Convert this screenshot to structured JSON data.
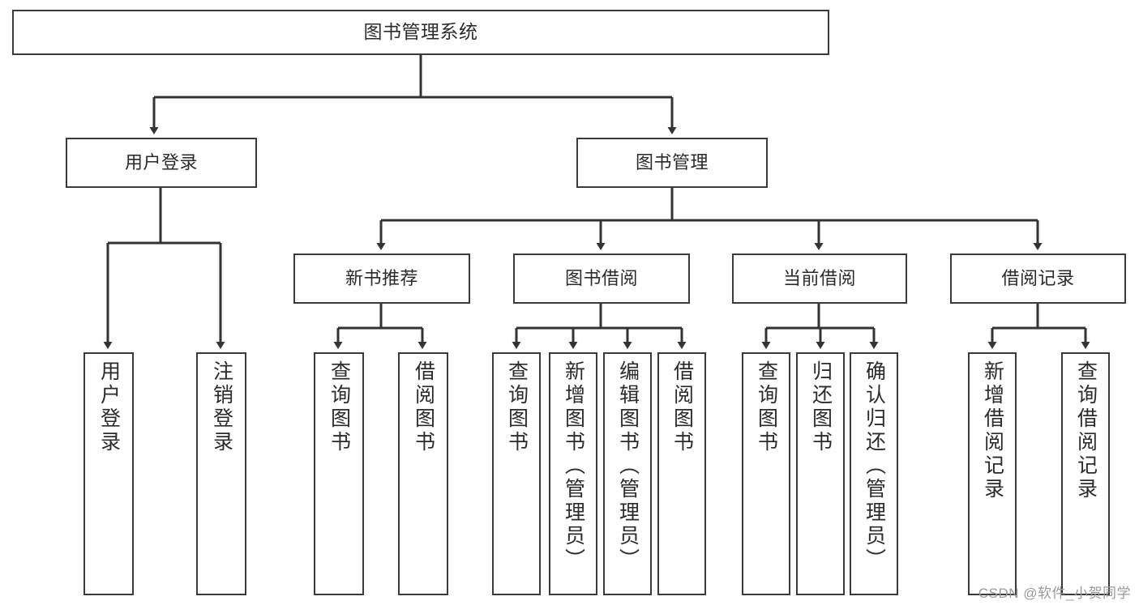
{
  "diagram": {
    "title": "图书管理系统",
    "type": "tree",
    "root": {
      "label": "图书管理系统"
    },
    "level2": [
      {
        "label": "用户登录"
      },
      {
        "label": "图书管理"
      }
    ],
    "level3": [
      {
        "label": "新书推荐"
      },
      {
        "label": "图书借阅"
      },
      {
        "label": "当前借阅"
      },
      {
        "label": "借阅记录"
      }
    ],
    "leaves": {
      "user_login": [
        {
          "label": "用户登录"
        },
        {
          "label": "注销登录"
        }
      ],
      "new_book": [
        {
          "label": "查询图书"
        },
        {
          "label": "借阅图书"
        }
      ],
      "book_borrow": [
        {
          "label": "查询图书"
        },
        {
          "label": "新增图书（管理员）"
        },
        {
          "label": "编辑图书（管理员）"
        },
        {
          "label": "借阅图书"
        }
      ],
      "current_borrow": [
        {
          "label": "查询图书"
        },
        {
          "label": "归还图书"
        },
        {
          "label": "确认归还（管理员）"
        }
      ],
      "borrow_record": [
        {
          "label": "新增借阅记录"
        },
        {
          "label": "查询借阅记录"
        }
      ]
    }
  },
  "watermark": {
    "text": "CSDN @软件_小贺同学"
  },
  "colors": {
    "box_border": "#3a3a3a",
    "box_fill": "#ffffff",
    "edge": "#333333",
    "text": "#2b2b2b",
    "watermark": "#9a9a9a"
  }
}
